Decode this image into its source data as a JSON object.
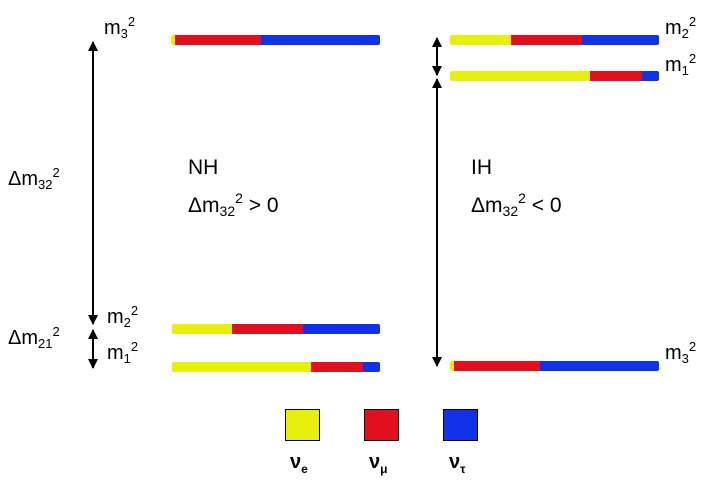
{
  "colors": {
    "nu_e": "#e6f00a",
    "nu_mu": "#e0101e",
    "nu_tau": "#1032e8"
  },
  "nh": {
    "label_line1": "NH",
    "label_delta": "Δm",
    "label_sub": "32",
    "label_sup": "2",
    "label_tail": " > 0",
    "levels": [
      {
        "m": "m",
        "idx": "3",
        "sup": "2",
        "fractions": {
          "e": 0.02,
          "mu": 0.41,
          "tau": 0.57
        }
      },
      {
        "m": "m",
        "idx": "2",
        "sup": "2",
        "fractions": {
          "e": 0.29,
          "mu": 0.34,
          "tau": 0.37
        }
      },
      {
        "m": "m",
        "idx": "1",
        "sup": "2",
        "fractions": {
          "e": 0.67,
          "mu": 0.25,
          "tau": 0.08
        }
      }
    ],
    "splitting_large": {
      "delta": "Δm",
      "sub": "32",
      "sup": "2"
    },
    "splitting_small": {
      "delta": "Δm",
      "sub": "21",
      "sup": "2"
    }
  },
  "ih": {
    "label_line1": "IH",
    "label_delta": "Δm",
    "label_sub": "32",
    "label_sup": "2",
    "label_tail": " < 0",
    "levels": [
      {
        "m": "m",
        "idx": "2",
        "sup": "2",
        "fractions": {
          "e": 0.29,
          "mu": 0.34,
          "tau": 0.37
        }
      },
      {
        "m": "m",
        "idx": "1",
        "sup": "2",
        "fractions": {
          "e": 0.67,
          "mu": 0.25,
          "tau": 0.08
        }
      },
      {
        "m": "m",
        "idx": "3",
        "sup": "2",
        "fractions": {
          "e": 0.02,
          "mu": 0.41,
          "tau": 0.57
        }
      }
    ]
  },
  "legend": [
    {
      "symbol": "ν",
      "sub": "e"
    },
    {
      "symbol": "ν",
      "sub": "μ"
    },
    {
      "symbol": "ν",
      "sub": "τ"
    }
  ]
}
